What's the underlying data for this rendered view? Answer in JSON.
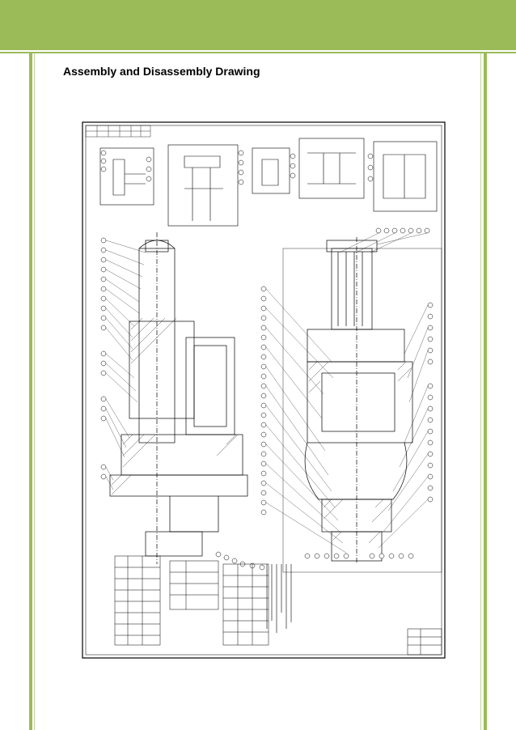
{
  "page": {
    "heading": "Assembly and Disassembly Drawing",
    "accent_color": "#9bbb59",
    "accent_light_color": "#c3d69b"
  },
  "drawing": {
    "kind": "engineering-assembly-drawing",
    "orientation": "rotated-90",
    "ink_color": "#000000",
    "paper_color": "#ffffff"
  }
}
